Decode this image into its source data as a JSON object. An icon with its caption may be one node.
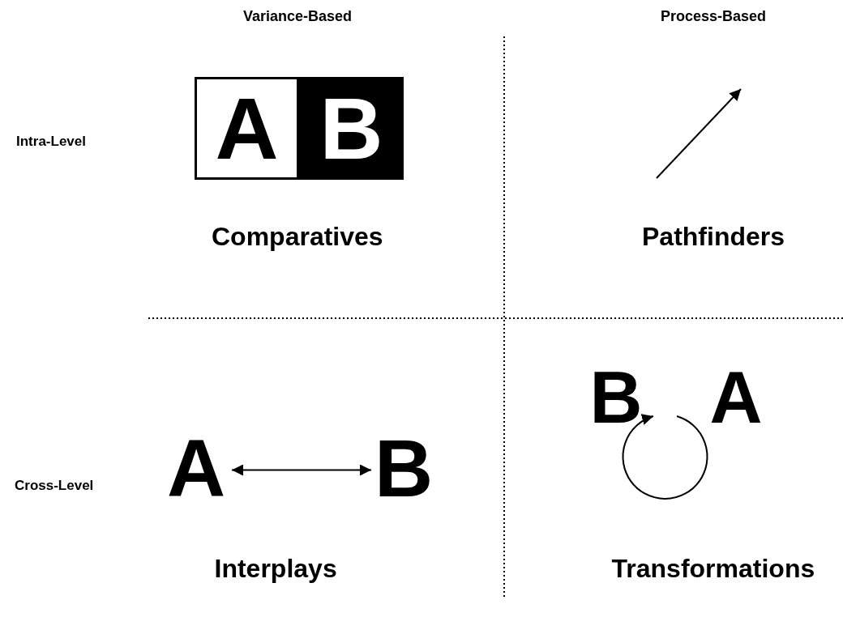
{
  "diagram": {
    "nodes": [
      {
        "text": [
          "A"
        ]
      },
      {
        "text": [
          "B"
        ]
      },
      {
        "text": [
          "A"
        ]
      },
      {
        "text": [
          "B"
        ]
      },
      {
        "text": [
          "B"
        ]
      },
      {
        "text": [
          "A"
        ]
      }
    ],
    "edges": [
      {
        "from": 2,
        "to": 3,
        "arrow": "both"
      }
    ],
    "labels": [
      "Variance-Based",
      "Process-Based",
      "Intra-Level",
      "Comparatives",
      "Pathfinders",
      "Cross-Level",
      "Interplays",
      "Transformations"
    ]
  }
}
